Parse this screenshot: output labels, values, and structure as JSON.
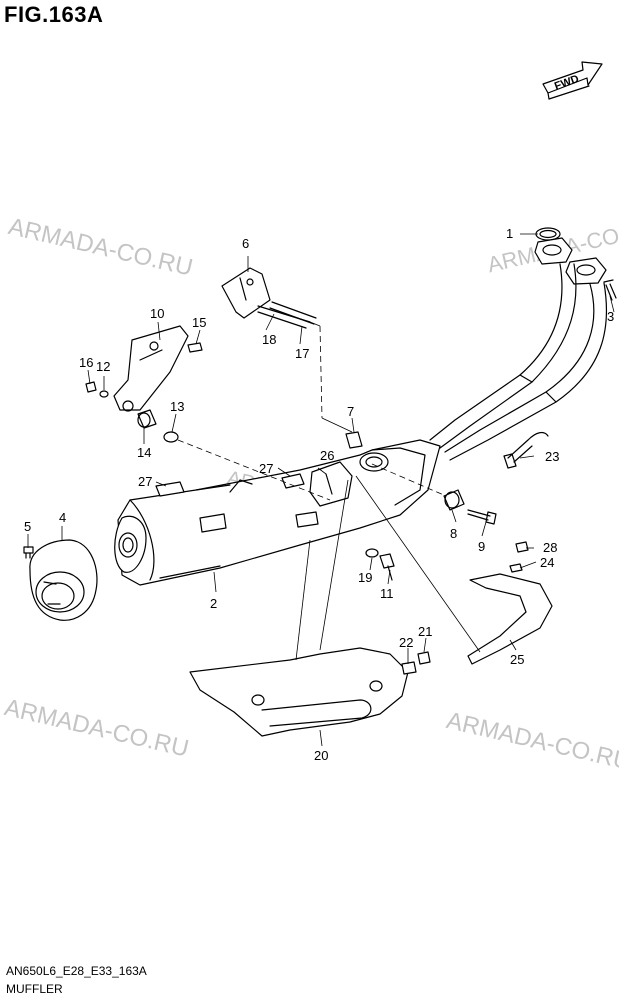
{
  "figure": {
    "title": "FIG.163A"
  },
  "footer": {
    "model_code": "AN650L6_E28_E33_163A",
    "section_name": "MUFFLER"
  },
  "watermark": {
    "text": "ARMADA-CO.RU"
  },
  "orientation": {
    "label": "FWD"
  },
  "colors": {
    "line": "#000000",
    "watermark": "#c4c4c4",
    "background": "#ffffff"
  },
  "callouts": {
    "c1": "1",
    "c2": "2",
    "c3": "3",
    "c4": "4",
    "c5": "5",
    "c6": "6",
    "c7": "7",
    "c8": "8",
    "c9": "9",
    "c10": "10",
    "c11": "11",
    "c12": "12",
    "c13": "13",
    "c14": "14",
    "c15": "15",
    "c16": "16",
    "c17": "17",
    "c18": "18",
    "c19": "19",
    "c20": "20",
    "c21": "21",
    "c22": "22",
    "c23": "23",
    "c24": "24",
    "c25": "25",
    "c26": "26",
    "c27a": "27",
    "c27b": "27",
    "c28": "28"
  }
}
